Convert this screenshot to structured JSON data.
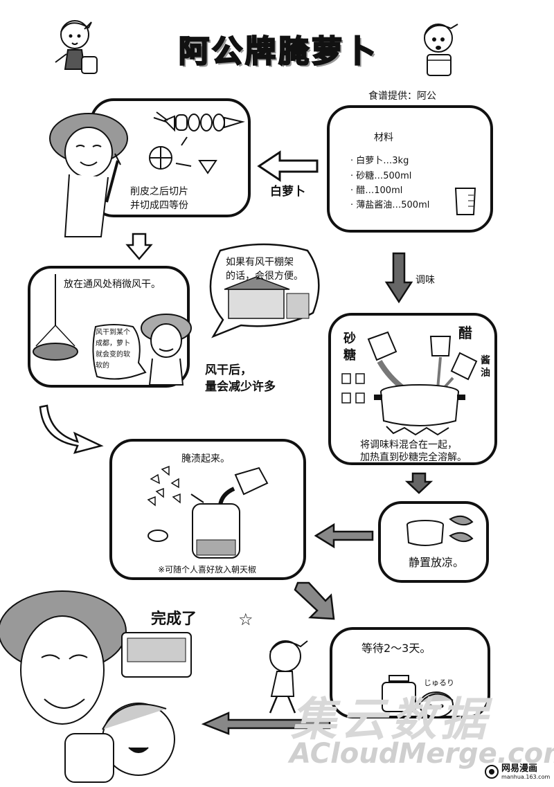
{
  "page_title": "阿公牌腌萝卜",
  "recipe_credit": "食谱提供：阿公",
  "ingredients": {
    "heading": "材料",
    "items": [
      "· 白萝卜…3kg",
      "· 砂糖…500ml",
      "· 醋…100ml",
      "· 薄盐酱油…500ml"
    ]
  },
  "arrow_labels": {
    "radish": "白萝卜",
    "seasoning": "调味"
  },
  "steps": {
    "cut": [
      "削皮之后切片",
      "并切成四等份"
    ],
    "dry": "放在通风处稍微风干。",
    "dry_bubble": [
      "如果有风干棚架",
      "的话，会很方便。"
    ],
    "dry_speech": [
      "风干到某个",
      "成都，萝卜",
      "就会变的软",
      "软的"
    ],
    "dry_note": [
      "风干后，",
      "量会减少许多"
    ],
    "mix_labels": {
      "sugar": "砂糖",
      "vinegar": "醋",
      "soy": "酱油"
    },
    "mix": [
      "将调味料混合在一起，",
      "加热直到砂糖完全溶解。"
    ],
    "pickle": "腌渍起来。",
    "pickle_note": "※可随个人喜好放入朝天椒",
    "cool": "静置放凉。",
    "wait": "等待2～3天。",
    "sfx": "じゅるり",
    "done": "完成了",
    "star": "☆"
  },
  "watermark": {
    "cn": "集云数据",
    "en": "ACloudMerge.com"
  },
  "brand": {
    "name": "网易漫画",
    "url": "manhua.163.com"
  }
}
